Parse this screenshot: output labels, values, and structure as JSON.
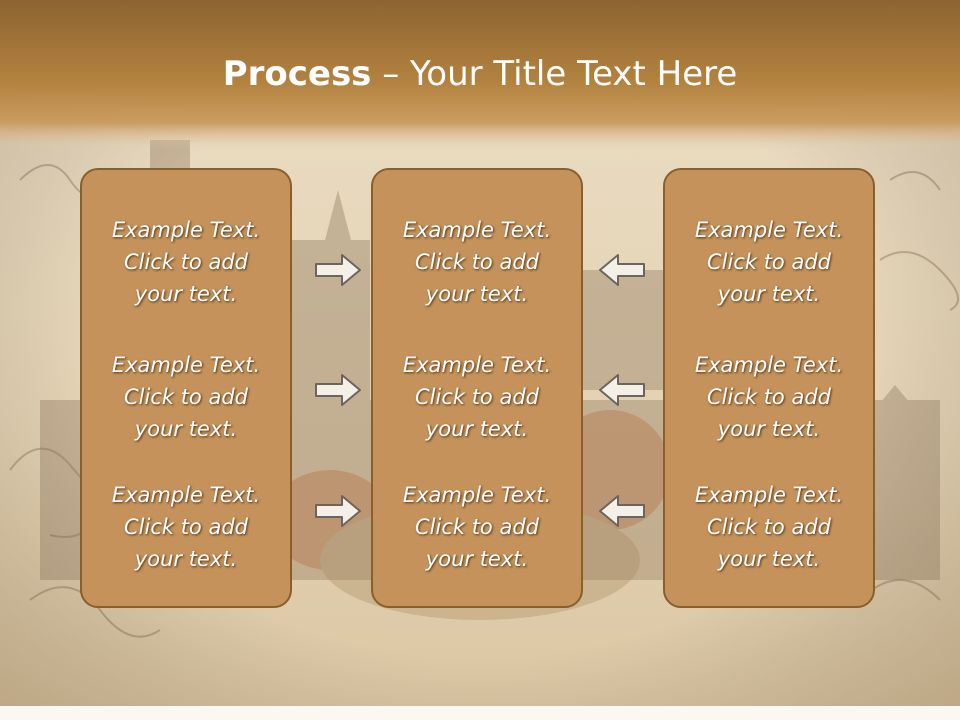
{
  "slide": {
    "title_bold": "Process",
    "title_rest": " – Your Title Text Here",
    "columns": [
      {
        "items": [
          {
            "line1": "Example Text.",
            "line2": "Click  to add",
            "line3": "your text."
          },
          {
            "line1": "Example Text.",
            "line2": "Click  to add",
            "line3": "your text."
          },
          {
            "line1": "Example Text.",
            "line2": "Click  to add",
            "line3": "your text."
          }
        ]
      },
      {
        "items": [
          {
            "line1": "Example Text.",
            "line2": "Click  to add",
            "line3": "your text."
          },
          {
            "line1": "Example Text.",
            "line2": "Click  to add",
            "line3": "your text."
          },
          {
            "line1": "Example Text.",
            "line2": "Click  to add",
            "line3": "your text."
          }
        ]
      },
      {
        "items": [
          {
            "line1": "Example Text.",
            "line2": "Click  to add",
            "line3": "your text."
          },
          {
            "line1": "Example Text.",
            "line2": "Click  to add",
            "line3": "your text."
          },
          {
            "line1": "Example Text.",
            "line2": "Click  to add",
            "line3": "your text."
          }
        ]
      }
    ],
    "arrows": {
      "left_group": [
        "arrow-right-icon",
        "arrow-right-icon",
        "arrow-right-icon"
      ],
      "right_group": [
        "arrow-left-icon",
        "arrow-left-icon",
        "arrow-left-icon"
      ]
    },
    "colors": {
      "title_bar": "#9c6e35",
      "box_fill": "#c4925a",
      "box_border": "#8a5f2c",
      "arrow_fill": "#f4efe7",
      "arrow_stroke": "#6a655e"
    }
  }
}
